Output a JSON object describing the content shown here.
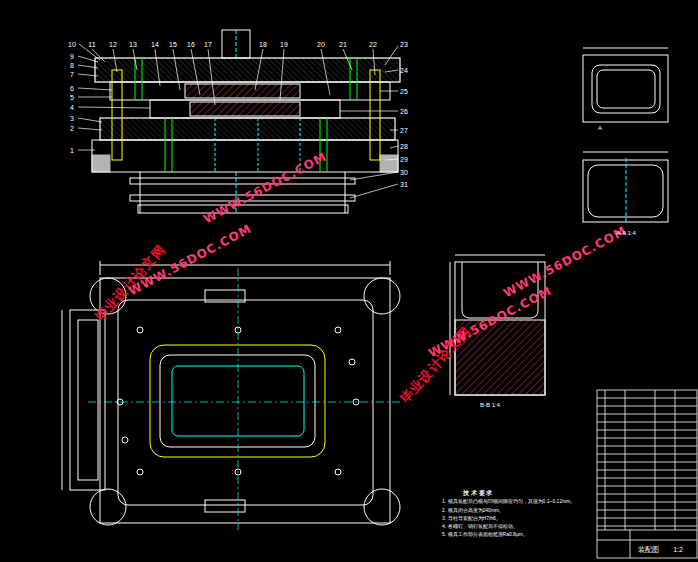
{
  "diagram": {
    "labels": [
      "1",
      "2",
      "3",
      "4",
      "5",
      "6",
      "7",
      "8",
      "9",
      "10",
      "11",
      "12",
      "13",
      "14",
      "15",
      "16",
      "17",
      "18",
      "19",
      "20",
      "21",
      "22",
      "23",
      "24",
      "25",
      "26",
      "27",
      "28",
      "29",
      "30",
      "31",
      "WWW.56DOC.COM",
      "毕业设计论文网",
      "WWW.56DOC.COM",
      "毕业设计论文网",
      "WWW.56DOC.COM",
      "WWW.56DOC.COM",
      "技 术 要 求",
      "1. 模具装配后凸模与凹模间隙应均匀，其值为0.1~0.12mm。",
      "2. 模具闭合高度为240mm。",
      "3. 导柱导套配合为H7/h6。",
      "4. 各螺钉、销钉装配后不得松动。",
      "5. 模具工作部分表面粗糙度Ra0.8μm。",
      "A",
      "A-A 1:4",
      "B-B 1:4",
      "装配图",
      "1:2"
    ]
  }
}
